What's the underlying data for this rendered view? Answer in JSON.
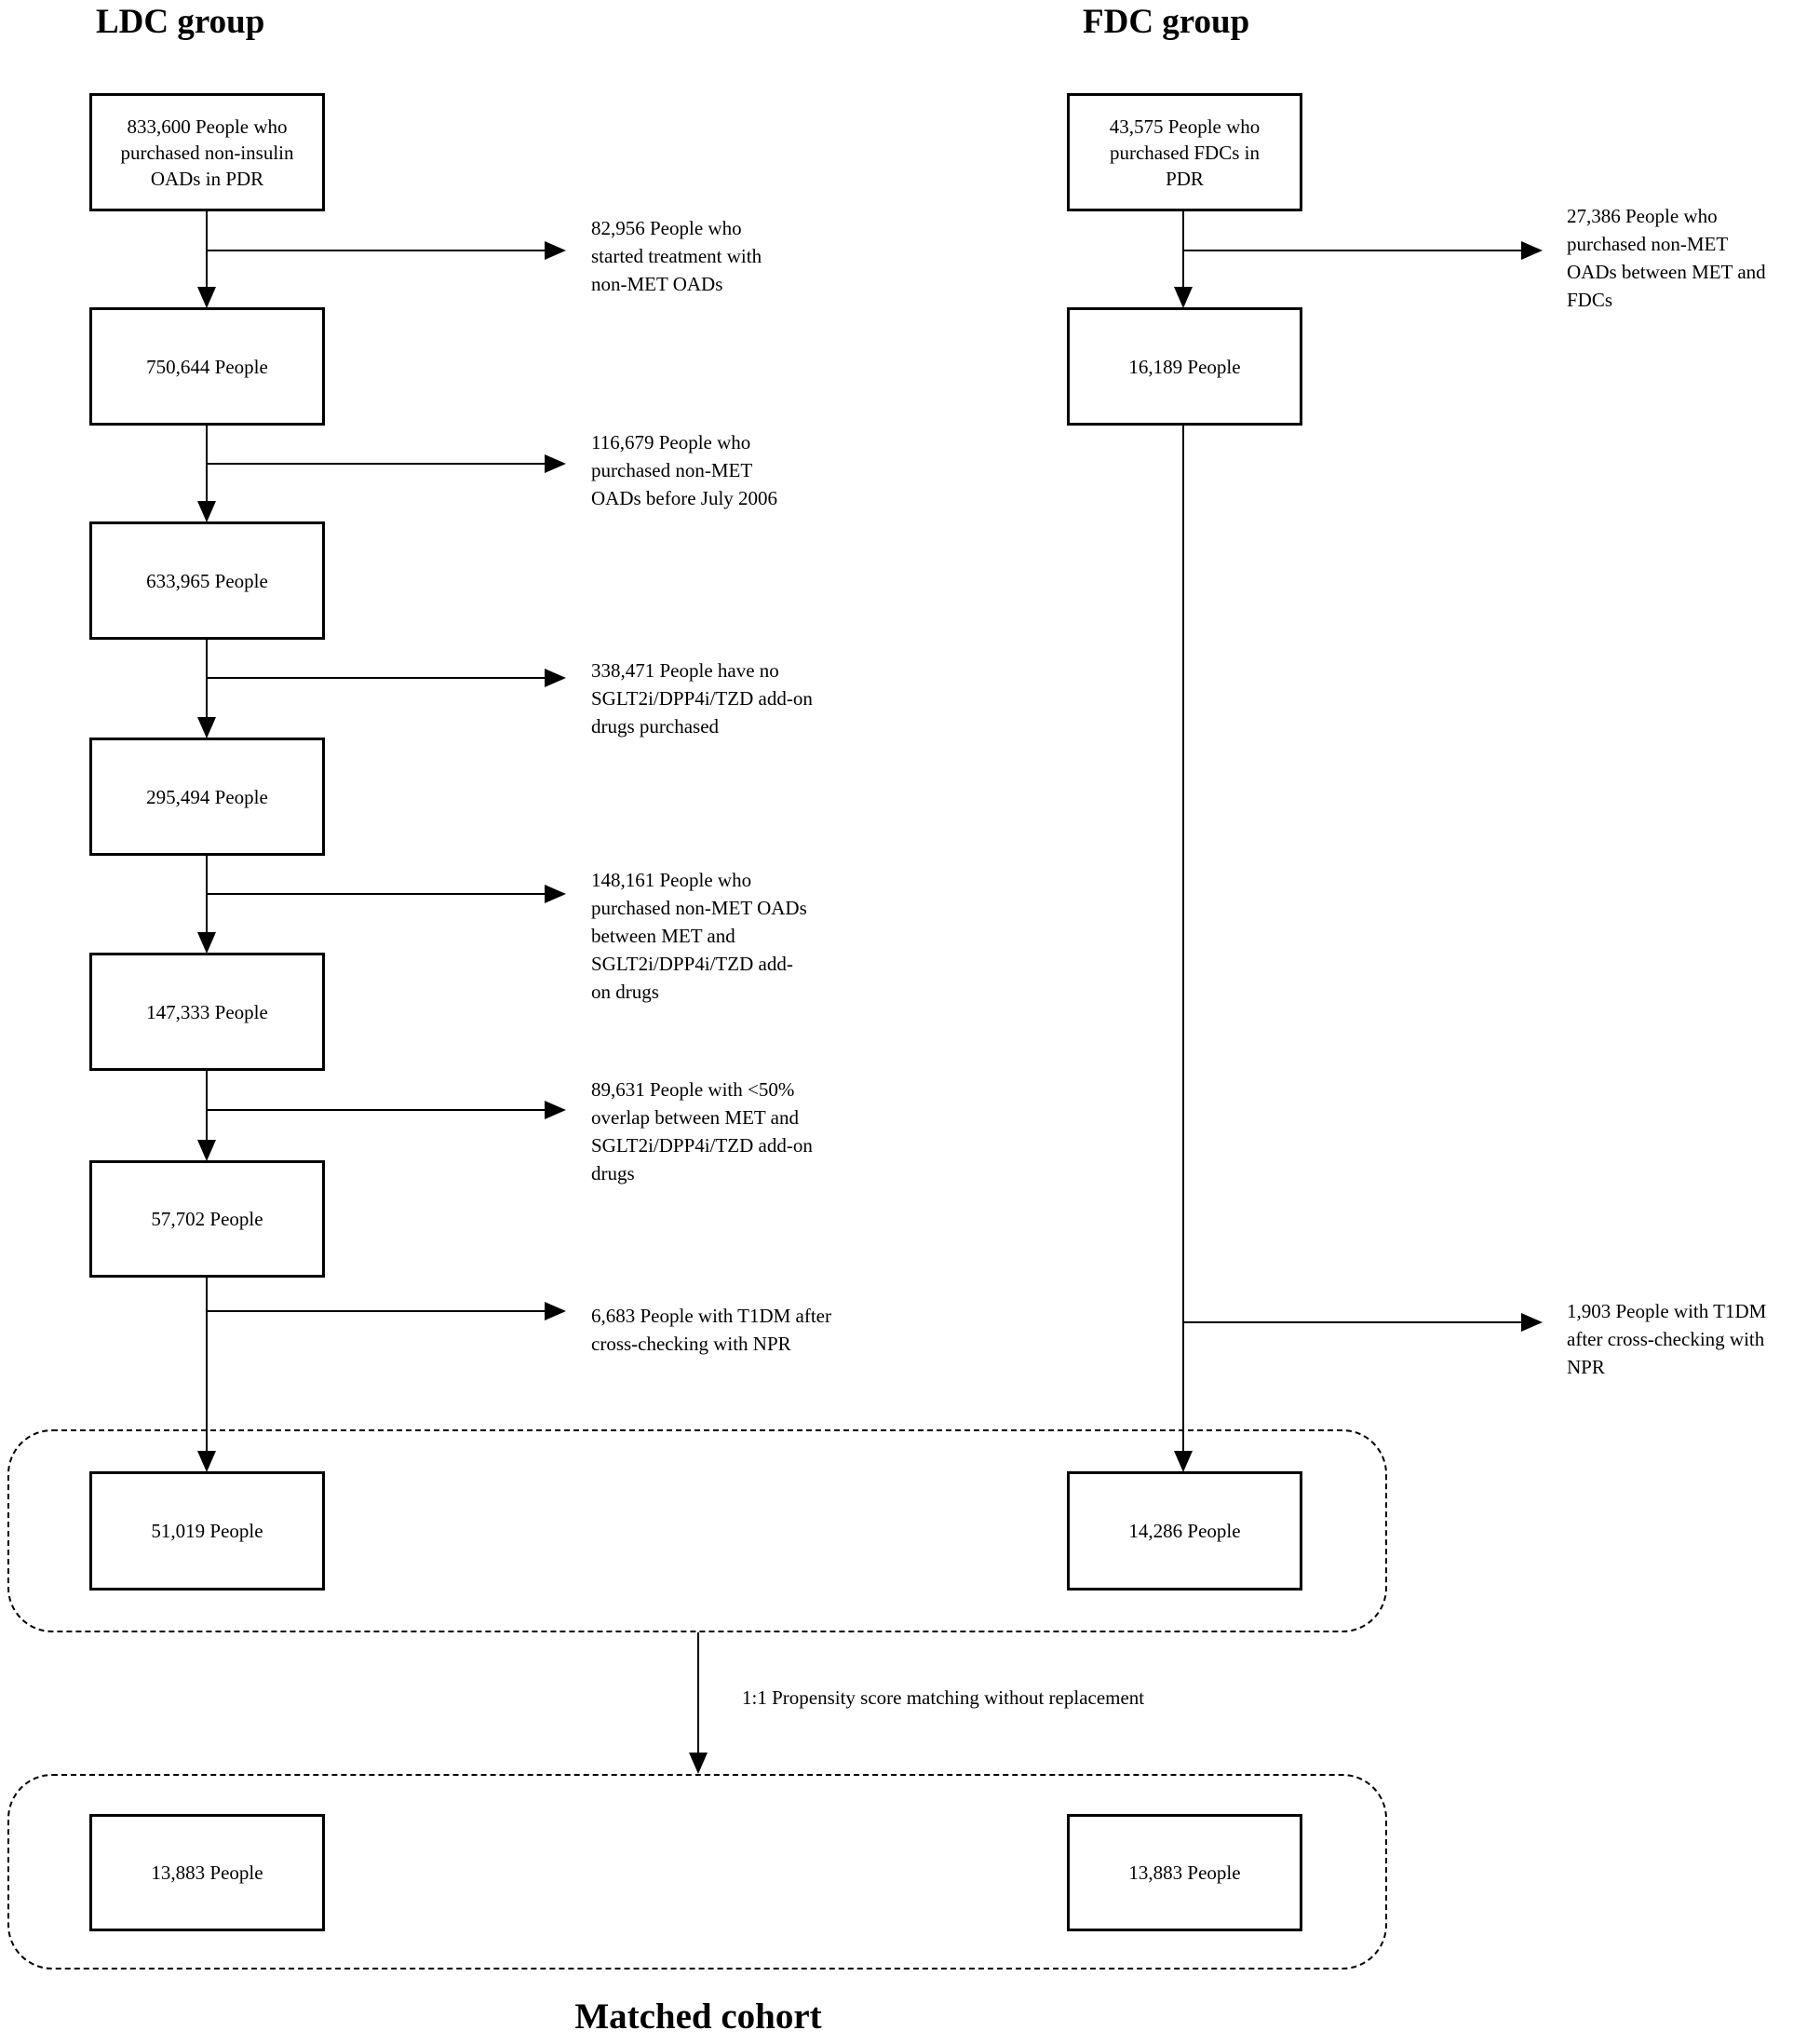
{
  "diagram": {
    "kind": "cohort-selection-flowchart",
    "colors": {
      "line": "#000000",
      "background": "#ffffff",
      "text": "#000000"
    },
    "ldc": {
      "title": "LDC group",
      "boxes": [
        {
          "id": "ldc-source",
          "lines": [
            "833,600 People who",
            "purchased non-insulin",
            "OADs in PDR"
          ]
        },
        {
          "id": "ldc-step-2",
          "lines": [
            "750,644 People"
          ]
        },
        {
          "id": "ldc-step-3",
          "lines": [
            "633,965 People"
          ]
        },
        {
          "id": "ldc-step-4",
          "lines": [
            "295,494 People"
          ]
        },
        {
          "id": "ldc-step-5",
          "lines": [
            "147,333 People"
          ]
        },
        {
          "id": "ldc-step-6",
          "lines": [
            "57,702 People"
          ]
        },
        {
          "id": "ldc-eligible",
          "lines": [
            "51,019 People"
          ]
        },
        {
          "id": "ldc-matched",
          "lines": [
            "13,883 People"
          ]
        }
      ],
      "exclusions": [
        {
          "lines": [
            "82,956 People who",
            "started treatment with",
            "non-MET OADs"
          ]
        },
        {
          "lines": [
            "116,679 People who",
            "purchased non-MET",
            "OADs before July 2006"
          ]
        },
        {
          "lines": [
            "338,471 People have no",
            "SGLT2i/DPP4i/TZD add-on",
            "drugs purchased"
          ]
        },
        {
          "lines": [
            "148,161 People who",
            "purchased non-MET OADs",
            "between MET and",
            "SGLT2i/DPP4i/TZD add-",
            "on drugs"
          ]
        },
        {
          "lines": [
            "89,631 People with <50%",
            "overlap between MET and",
            "SGLT2i/DPP4i/TZD add-on",
            "drugs"
          ]
        },
        {
          "lines": [
            "6,683 People with T1DM after",
            "cross-checking with NPR"
          ]
        }
      ]
    },
    "fdc": {
      "title": "FDC group",
      "boxes": [
        {
          "id": "fdc-source",
          "lines": [
            "43,575 People who",
            "purchased FDCs in",
            "PDR"
          ]
        },
        {
          "id": "fdc-step-2",
          "lines": [
            "16,189 People"
          ]
        },
        {
          "id": "fdc-eligible",
          "lines": [
            "14,286 People"
          ]
        },
        {
          "id": "fdc-matched",
          "lines": [
            "13,883 People"
          ]
        }
      ],
      "exclusions": [
        {
          "lines": [
            "27,386 People who",
            "purchased non-MET",
            "OADs between MET and",
            "FDCs"
          ]
        },
        {
          "lines": [
            "1,903 People with T1DM",
            "after cross-checking with",
            "NPR"
          ]
        }
      ]
    },
    "matching": {
      "label": "1:1 Propensity score matching without replacement"
    },
    "footer": {
      "label": "Matched cohort"
    }
  }
}
